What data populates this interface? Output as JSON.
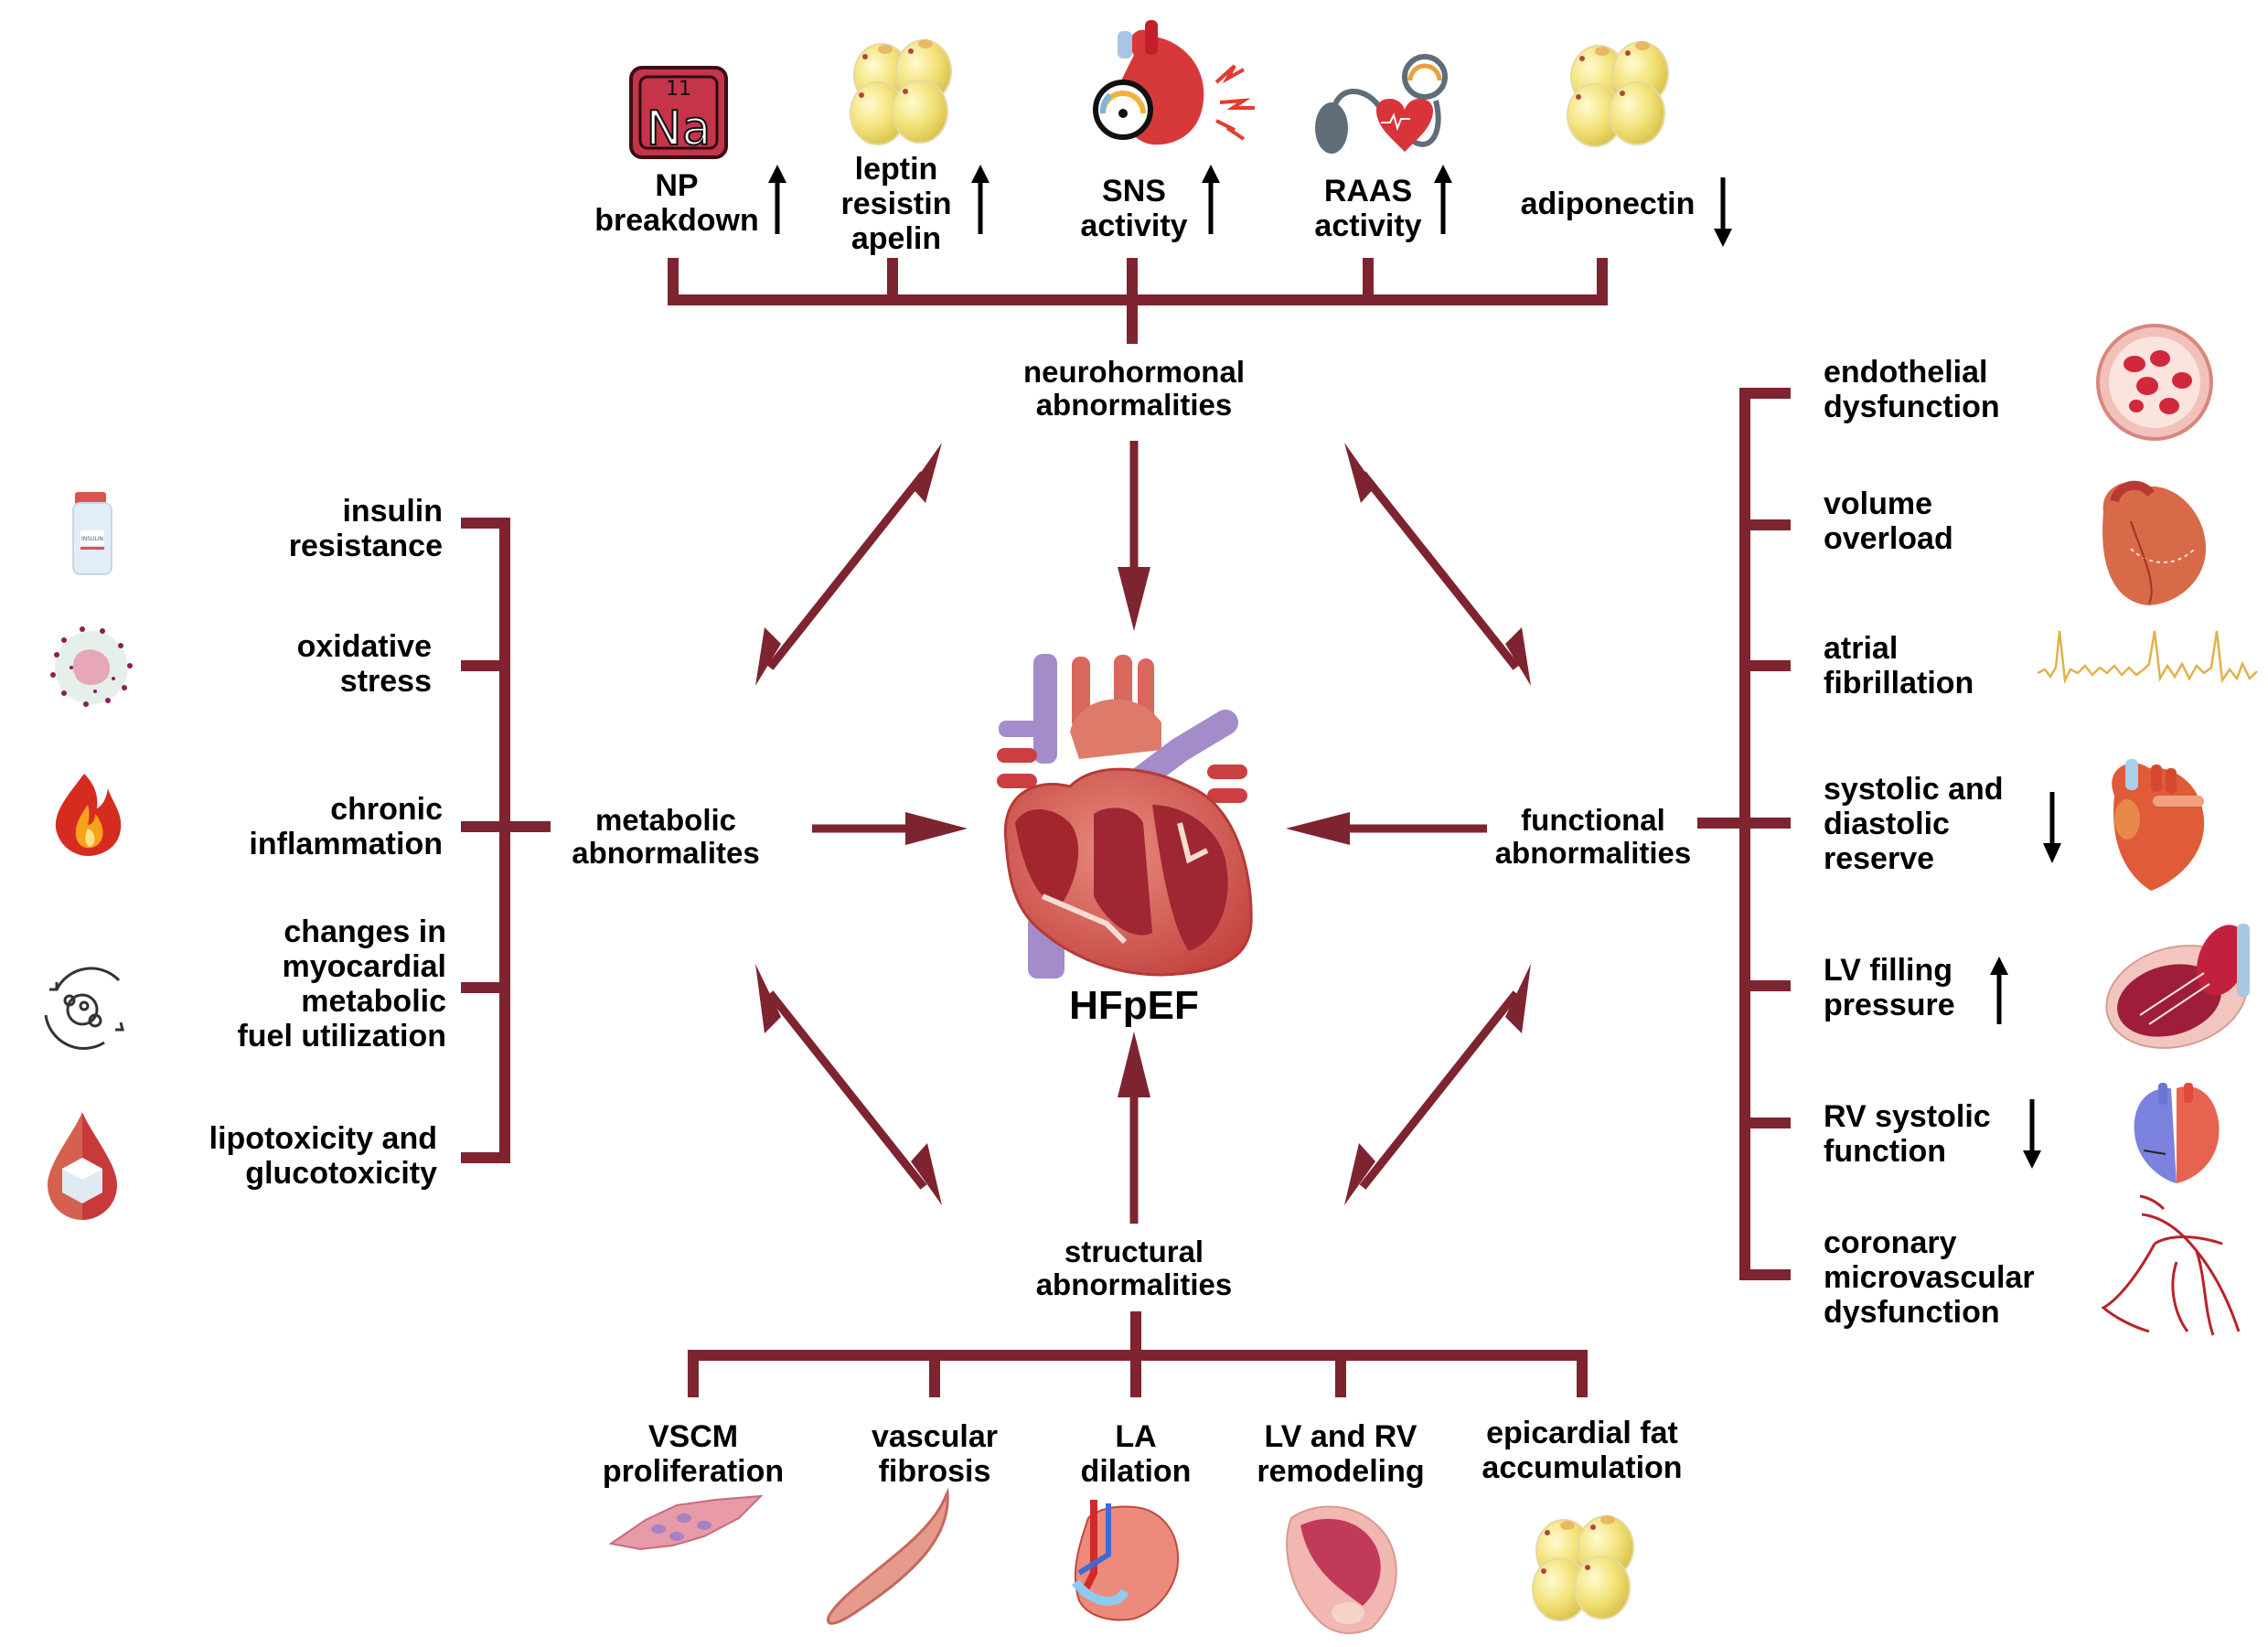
{
  "title": "HFpEF pathophysiology overview",
  "center": {
    "label": "HFpEF",
    "icon": "heart-anatomy-icon"
  },
  "colors": {
    "bracket": "#7d2430",
    "text": "#000000",
    "background": "#ffffff"
  },
  "neurohormonal": {
    "title_line1": "neurohormonal",
    "title_line2": "abnormalities",
    "items": [
      {
        "lines": [
          "NP",
          "breakdown"
        ],
        "trend": "up",
        "icon": "sodium-element-icon",
        "icon_text_num": "11",
        "icon_text_sym": "Na"
      },
      {
        "lines": [
          "leptin",
          "resistin",
          "apelin"
        ],
        "trend": "up",
        "icon": "adipocytes-icon"
      },
      {
        "lines": [
          "SNS",
          "activity"
        ],
        "trend": "up",
        "icon": "heart-gauge-icon"
      },
      {
        "lines": [
          "RAAS",
          "activity"
        ],
        "trend": "up",
        "icon": "blood-pressure-cuff-icon"
      },
      {
        "lines": [
          "adiponectin"
        ],
        "trend": "down",
        "icon": "adipocytes-icon"
      }
    ]
  },
  "metabolic": {
    "title_line1": "metabolic",
    "title_line2": "abnormalites",
    "items": [
      {
        "lines": [
          "insulin",
          "resistance"
        ],
        "icon": "insulin-vial-icon",
        "icon_text": "INSULIN"
      },
      {
        "lines": [
          "oxidative",
          "stress"
        ],
        "icon": "cell-oxidative-icon"
      },
      {
        "lines": [
          "chronic",
          "inflammation"
        ],
        "icon": "fire-icon"
      },
      {
        "lines": [
          "changes in",
          "myocardial",
          "metabolic",
          "fuel utilization"
        ],
        "icon": "metabolism-cycle-icon"
      },
      {
        "lines": [
          "lipotoxicity and",
          "glucotoxicity"
        ],
        "icon": "blood-drop-sugar-cube-icon"
      }
    ]
  },
  "functional": {
    "title_line1": "functional",
    "title_line2": "abnormalities",
    "items": [
      {
        "lines": [
          "endothelial",
          "dysfunction"
        ],
        "trend": "none",
        "icon": "blood-vessel-cross-section-icon"
      },
      {
        "lines": [
          "volume",
          "overload"
        ],
        "trend": "none",
        "icon": "enlarged-heart-icon"
      },
      {
        "lines": [
          "atrial",
          "fibrillation"
        ],
        "trend": "none",
        "icon": "ecg-waveform-icon"
      },
      {
        "lines": [
          "systolic and",
          "diastolic",
          "reserve"
        ],
        "trend": "down",
        "icon": "heart-icon"
      },
      {
        "lines": [
          "LV filling",
          "pressure"
        ],
        "trend": "up",
        "icon": "lv-cross-section-icon"
      },
      {
        "lines": [
          "RV systolic",
          "function"
        ],
        "trend": "down",
        "icon": "heart-rv-lv-icon"
      },
      {
        "lines": [
          "coronary",
          "microvascular",
          "dysfunction"
        ],
        "trend": "none",
        "icon": "coronary-arteries-icon"
      }
    ]
  },
  "structural": {
    "title_line1": "structural",
    "title_line2": "abnormalities",
    "items": [
      {
        "lines": [
          "VSCM",
          "proliferation"
        ],
        "icon": "smooth-muscle-cells-icon"
      },
      {
        "lines": [
          "vascular",
          "fibrosis"
        ],
        "icon": "vessel-icon"
      },
      {
        "lines": [
          "LA",
          "dilation"
        ],
        "icon": "heart-atria-icon"
      },
      {
        "lines": [
          "LV and RV",
          "remodeling"
        ],
        "icon": "ventricle-section-icon"
      },
      {
        "lines": [
          "epicardial fat",
          "accumulation"
        ],
        "icon": "adipocytes-icon"
      }
    ]
  }
}
